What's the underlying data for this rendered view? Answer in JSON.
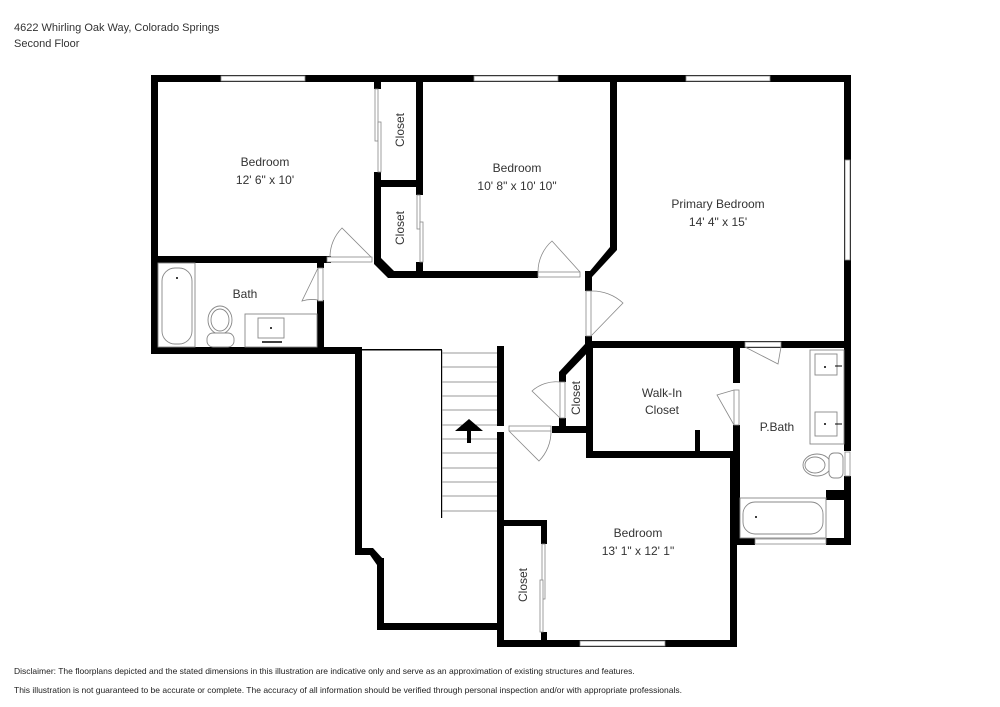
{
  "header": {
    "address": "4622 Whirling Oak Way, Colorado Springs",
    "floor": "Second Floor"
  },
  "rooms": {
    "bedroom_nw": {
      "name": "Bedroom",
      "dims": "12' 6\" x 10'"
    },
    "bedroom_n": {
      "name": "Bedroom",
      "dims": "10' 8\" x 10' 10\""
    },
    "primary_bedroom": {
      "name": "Primary Bedroom",
      "dims": "14' 4\" x 15'"
    },
    "bath": {
      "name": "Bath"
    },
    "closet_upper": {
      "name": "Closet"
    },
    "closet_lower": {
      "name": "Closet"
    },
    "closet_hall": {
      "name": "Closet"
    },
    "walk_in_closet": {
      "line1": "Walk-In",
      "line2": "Closet"
    },
    "primary_bath": {
      "name": "P.Bath"
    },
    "bedroom_s": {
      "name": "Bedroom",
      "dims": "13' 1\" x 12' 1\""
    },
    "closet_bedroom_s": {
      "name": "Closet"
    }
  },
  "stairs": {
    "direction": "up",
    "icon": "arrow-up-icon"
  },
  "disclaimer": {
    "line1": "Disclaimer: The floorplans depicted and the stated dimensions in this illustration are indicative only and serve as an approximation of existing structures and features.",
    "line2": "This illustration is not guaranteed to be accurate or complete. The accuracy of all information should be verified through personal inspection and/or with appropriate professionals."
  },
  "colors": {
    "wall": "#000000",
    "background": "#ffffff",
    "text": "#333333",
    "fixture_line": "#888888"
  }
}
